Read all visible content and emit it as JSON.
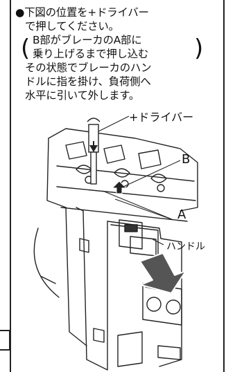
{
  "instructions": {
    "lines": [
      "●下図の位置を+ドライバー",
      "で押してください。",
      "B部がブレーカのA部に",
      "乗り上げるまで押し込む",
      "その状態でブレーカのハン",
      "ドルに指を掛け、負荷側へ",
      "水平に引いて外します。"
    ]
  },
  "labels": {
    "driver": "+ドライバー",
    "b": "B",
    "a": "A",
    "handle": "ハンドル"
  },
  "colors": {
    "line": "#222222",
    "arrow_fill": "#555555",
    "arrow_stroke": "#ffffff"
  }
}
